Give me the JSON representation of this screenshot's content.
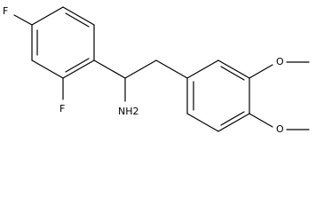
{
  "molecule": {
    "labels": {
      "fluorine_top": "F",
      "fluorine_bottom": "F",
      "amine": "NH2",
      "methoxy_upper": "O",
      "methoxy_lower": "O"
    }
  }
}
